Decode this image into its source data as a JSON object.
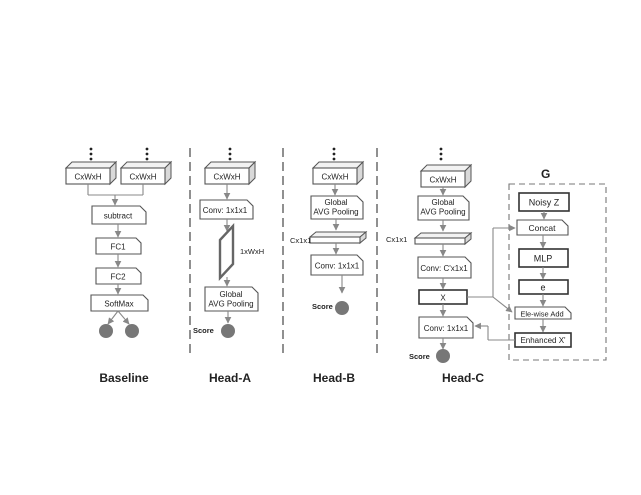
{
  "baseline": {
    "input_left": "CxWxH",
    "input_right": "CxWxH",
    "subtract": "subtract",
    "fc1": "FC1",
    "fc2": "FC2",
    "softmax": "SoftMax",
    "caption": "Baseline"
  },
  "head_a": {
    "input": "CxWxH",
    "conv": "Conv: 1x1x1",
    "plane_label": "1xWxH",
    "pool_line1": "Global",
    "pool_line2": "AVG Pooling",
    "score": "Score",
    "caption": "Head-A"
  },
  "head_b": {
    "input": "CxWxH",
    "pool_line1": "Global",
    "pool_line2": "AVG Pooling",
    "vec_label": "Cx1x1",
    "conv": "Conv: 1x1x1",
    "score": "Score",
    "caption": "Head-B"
  },
  "head_c": {
    "input": "CxWxH",
    "pool_line1": "Global",
    "pool_line2": "AVG Pooling",
    "vec_label": "Cx1x1",
    "conv1": "Conv: C'x1x1",
    "x_label": "X",
    "conv2": "Conv: 1x1x1",
    "score": "Score",
    "caption": "Head-C"
  },
  "g": {
    "title": "G",
    "noisy": "Noisy Z",
    "concat": "Concat",
    "mlp": "MLP",
    "e": "e",
    "add": "Ele-wise Add",
    "enhanced": "Enhanced X'"
  }
}
